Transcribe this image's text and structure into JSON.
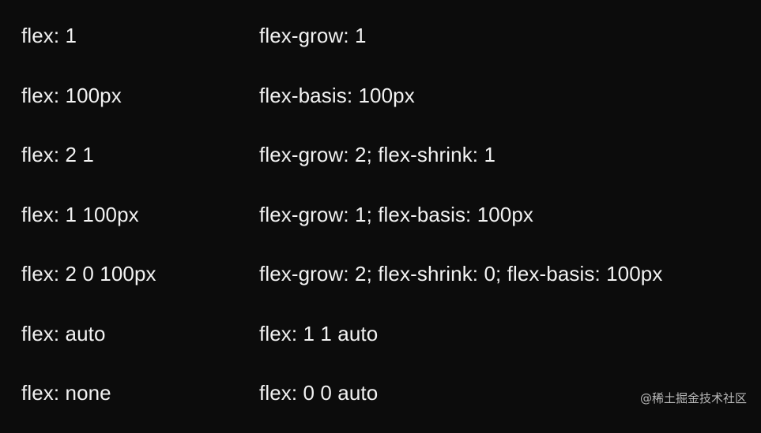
{
  "rows": [
    {
      "shorthand": "flex: 1",
      "longhand": "flex-grow: 1"
    },
    {
      "shorthand": "flex: 100px",
      "longhand": "flex-basis: 100px"
    },
    {
      "shorthand": "flex: 2 1",
      "longhand": "flex-grow: 2; flex-shrink: 1"
    },
    {
      "shorthand": "flex: 1 100px",
      "longhand": "flex-grow: 1; flex-basis: 100px"
    },
    {
      "shorthand": "flex: 2 0 100px",
      "longhand": "flex-grow: 2; flex-shrink: 0; flex-basis: 100px"
    },
    {
      "shorthand": "flex: auto",
      "longhand": "flex: 1 1 auto"
    },
    {
      "shorthand": "flex: none",
      "longhand": "flex: 0 0 auto"
    }
  ],
  "watermark": "@稀土掘金技术社区",
  "colors": {
    "background": "#0c0c0c",
    "text": "#f2f2f2",
    "watermark": "#b9b9b9"
  }
}
